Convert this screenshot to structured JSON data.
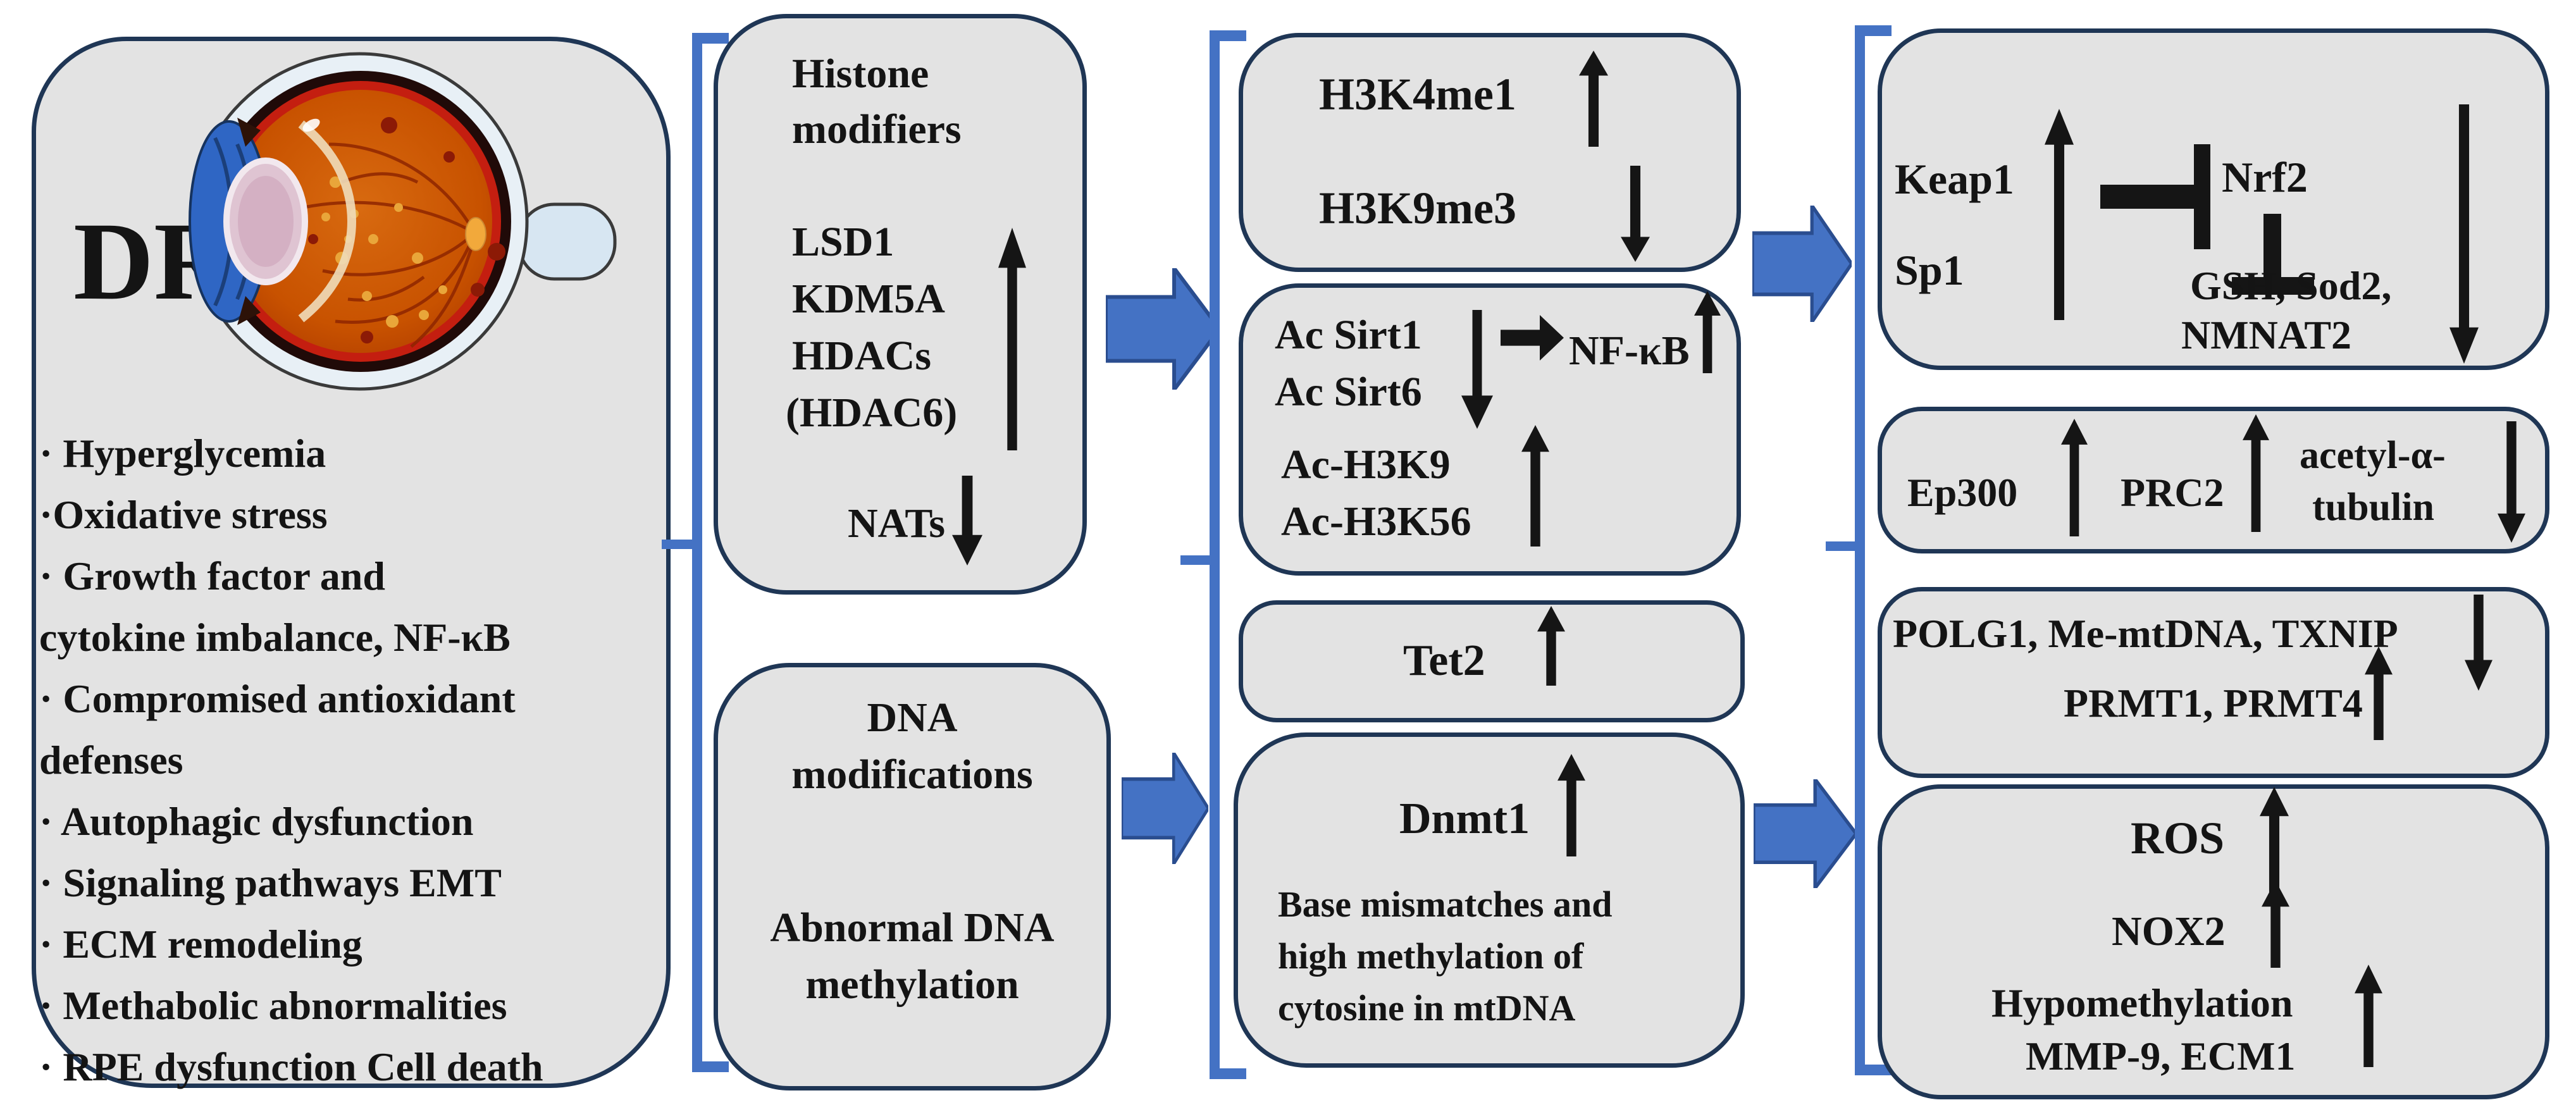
{
  "colors": {
    "panel_fill": "#e3e3e3",
    "panel_border": "#1f3655",
    "accent_blue": "#4472c4",
    "accent_blue_dark": "#2a4d8f",
    "arrow_black": "#151515",
    "text": "#141414",
    "eye_fundus_orange": "#c85200",
    "eye_ring_red": "#c41e10",
    "eye_iris_blue": "#2f66c4"
  },
  "left_panel": {
    "title": "DR",
    "cause_lines": [
      "· Hyperglycemia",
      "·Oxidative stress",
      "· Growth factor and",
      "cytokine imbalance, NF-κB",
      "· Compromised antioxidant",
      "defenses",
      "· Autophagic dysfunction",
      "· Signaling pathways EMT",
      "· ECM remodeling",
      "· Methabolic abnormalities",
      "· RPE dysfunction  Cell death"
    ]
  },
  "histone_panel": {
    "title_lines": [
      "Histone",
      "modifiers"
    ],
    "up_items": [
      "LSD1",
      "KDM5A",
      "HDACs",
      "(HDAC6)"
    ],
    "down_item": "NATs"
  },
  "dna_panel": {
    "title_lines": [
      "DNA",
      "modifications"
    ],
    "subtitle_lines": [
      "Abnormal DNA",
      "methylation"
    ]
  },
  "m1": {
    "up_label": "H3K4me1",
    "down_label": "H3K9me3"
  },
  "m2": {
    "down_labels": [
      "Ac Sirt1",
      "Ac Sirt6"
    ],
    "nfkb_label": "NF-κB",
    "up_labels": [
      "Ac-H3K9",
      "Ac-H3K56"
    ]
  },
  "m3": {
    "label": "Tet2"
  },
  "m4": {
    "label": "Dnmt1",
    "desc_lines": [
      "Base mismatches and",
      "high methylation of",
      "cytosine in mtDNA"
    ]
  },
  "r1": {
    "up_labels": [
      "Keap1",
      "Sp1"
    ],
    "inhibited": "Nrf2",
    "target_lines": [
      "GSH, Sod2,",
      "NMNAT2"
    ]
  },
  "r2": {
    "up1": "Ep300",
    "up2": "PRC2",
    "down_lines": [
      "acetyl-α-",
      "tubulin"
    ]
  },
  "r3": {
    "down_line": "POLG1, Me-mtDNA, TXNIP",
    "up_line": "PRMT1, PRMT4"
  },
  "r4": {
    "row1": "ROS",
    "row2": "NOX2",
    "row3": "Hypomethylation",
    "row4": "MMP-9, ECM1"
  }
}
